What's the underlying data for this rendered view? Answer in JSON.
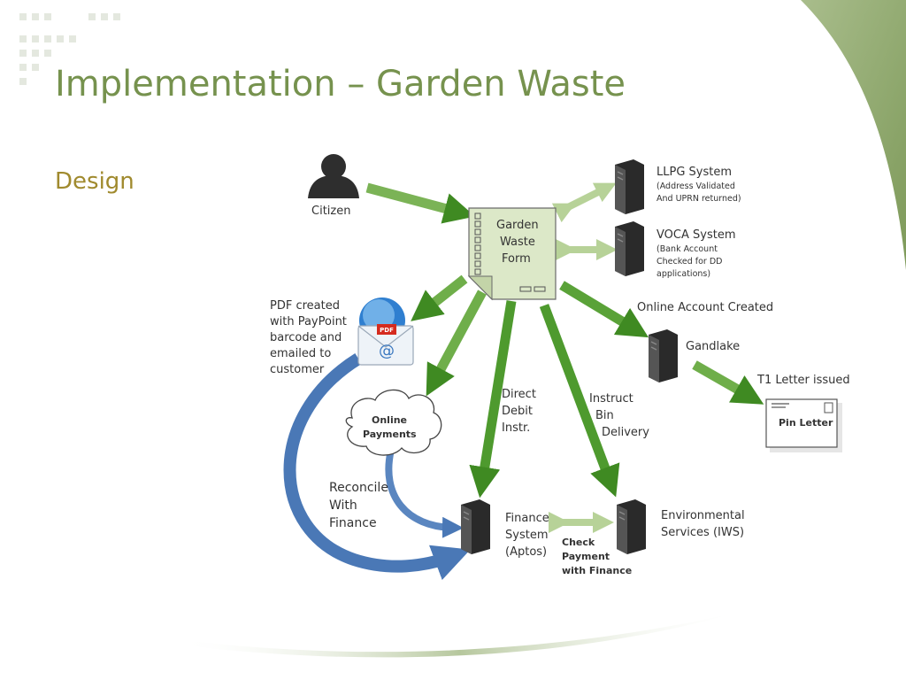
{
  "slide": {
    "title": "Implementation – Garden Waste",
    "subtitle": "Design"
  },
  "diagram": {
    "citizen": "Citizen",
    "form": {
      "line1": "Garden",
      "line2": "Waste",
      "line3": "Form"
    },
    "llpg": {
      "title": "LLPG System",
      "note1": "(Address Validated",
      "note2": "And UPRN returned)"
    },
    "voca": {
      "title": "VOCA System",
      "note1": "(Bank Account",
      "note2": "Checked for DD",
      "note3": "applications)"
    },
    "online_account": "Online Account Created",
    "gandlake": "Gandlake",
    "t1_letter": "T1 Letter issued",
    "pin_letter": "Pin Letter",
    "pdf": {
      "line1": "PDF created",
      "line2": "with PayPoint",
      "line3": "barcode and",
      "line4": "emailed to",
      "line5": "customer"
    },
    "online_payments": {
      "line1": "Online",
      "line2": "Payments"
    },
    "direct_debit": {
      "line1": "Direct",
      "line2": "Debit",
      "line3": "Instr."
    },
    "instruct_bin": {
      "line1": "Instruct",
      "line2": "Bin",
      "line3": "Delivery"
    },
    "reconcile": {
      "line1": "Reconcile",
      "line2": "With",
      "line3": "Finance"
    },
    "finance": {
      "line1": "Finance",
      "line2": "System",
      "line3": "(Aptos)"
    },
    "check_payment": {
      "line1": "Check",
      "line2": "Payment",
      "line3": "with Finance"
    },
    "environmental": {
      "line1": "Environmental",
      "line2": "Services (IWS)"
    },
    "pdf_badge": "PDF",
    "email_at": "@"
  },
  "colors": {
    "title": "#76924e",
    "subtitle": "#a08a2e",
    "arrow_green": "#5f9a3a",
    "arrow_light": "#c8dcae",
    "blue_arrow": "#4a78b6",
    "form_fill": "#dce8c8"
  }
}
